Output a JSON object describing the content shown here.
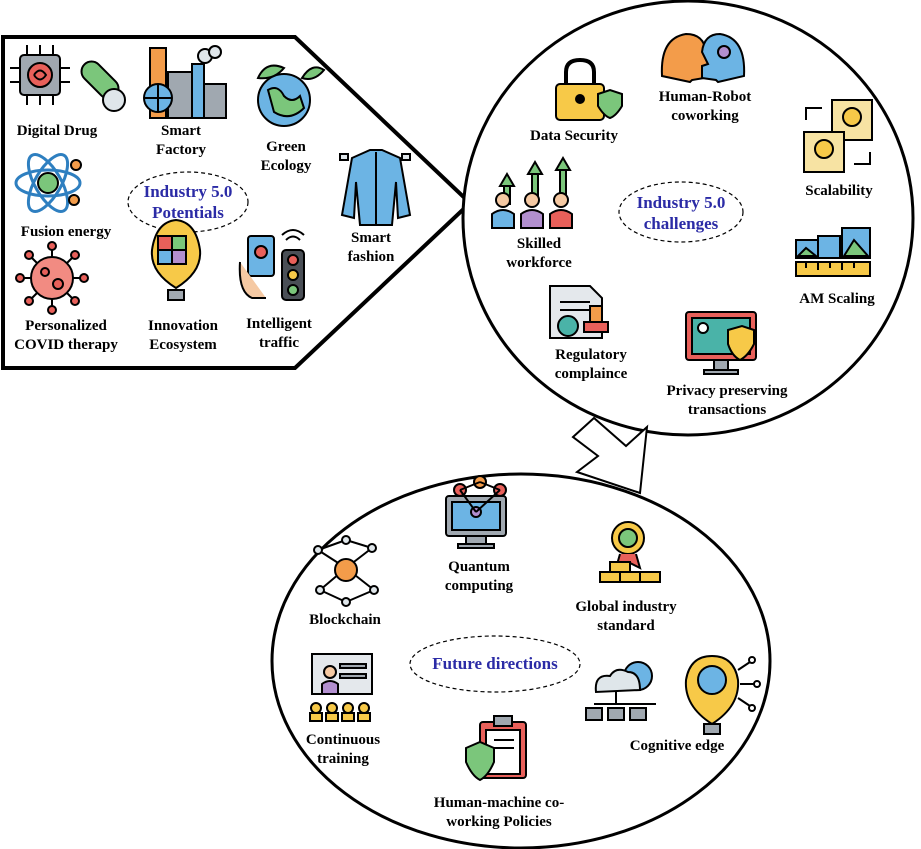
{
  "potentials": {
    "title": [
      "Industry 5.0",
      "Potentials"
    ],
    "items": [
      {
        "id": "digital-drug",
        "lines": [
          "Digital Drug"
        ]
      },
      {
        "id": "smart-factory",
        "lines": [
          "Smart",
          "Factory"
        ]
      },
      {
        "id": "green-ecology",
        "lines": [
          "Green",
          "Ecology"
        ]
      },
      {
        "id": "fusion-energy",
        "lines": [
          "Fusion energy"
        ]
      },
      {
        "id": "smart-fashion",
        "lines": [
          "Smart",
          "fashion"
        ]
      },
      {
        "id": "personalized-covid-therapy",
        "lines": [
          "Personalized",
          "COVID therapy"
        ]
      },
      {
        "id": "innovation-ecosystem",
        "lines": [
          "Innovation",
          "Ecosystem"
        ]
      },
      {
        "id": "intelligent-traffic",
        "lines": [
          "Intelligent",
          "traffic"
        ]
      }
    ]
  },
  "challenges": {
    "title": [
      "Industry 5.0",
      "challenges"
    ],
    "items": [
      {
        "id": "data-security",
        "lines": [
          "Data Security"
        ]
      },
      {
        "id": "human-robot-coworking",
        "lines": [
          "Human-Robot",
          "coworking"
        ]
      },
      {
        "id": "scalability",
        "lines": [
          "Scalability"
        ]
      },
      {
        "id": "skilled-workforce",
        "lines": [
          "Skilled",
          "workforce"
        ]
      },
      {
        "id": "am-scaling",
        "lines": [
          "AM Scaling"
        ]
      },
      {
        "id": "regulatory-complaince",
        "lines": [
          "Regulatory",
          "complaince"
        ]
      },
      {
        "id": "privacy-preserving-transactions",
        "lines": [
          "Privacy preserving",
          "transactions"
        ]
      }
    ]
  },
  "future": {
    "title": [
      "Future directions"
    ],
    "items": [
      {
        "id": "quantum-computing",
        "lines": [
          "Quantum",
          "computing"
        ]
      },
      {
        "id": "blockchain",
        "lines": [
          "Blockchain"
        ]
      },
      {
        "id": "global-industry-standard",
        "lines": [
          "Global industry",
          "standard"
        ]
      },
      {
        "id": "continuous-training",
        "lines": [
          "Continuous",
          "training"
        ]
      },
      {
        "id": "cognitive-edge",
        "lines": [
          "Cognitive edge"
        ]
      },
      {
        "id": "human-machine-coworking-policies",
        "lines": [
          "Human-machine co-",
          "working Policies"
        ]
      }
    ]
  },
  "colors": {
    "title": "#2b2ba6",
    "outline": "#000000",
    "blue": "#6cb4e4",
    "red": "#e8605a",
    "yellow": "#f7c948",
    "green": "#7bc67b",
    "gray": "#a0a8b0",
    "purple": "#b28fcf",
    "orange": "#f39c4a"
  }
}
